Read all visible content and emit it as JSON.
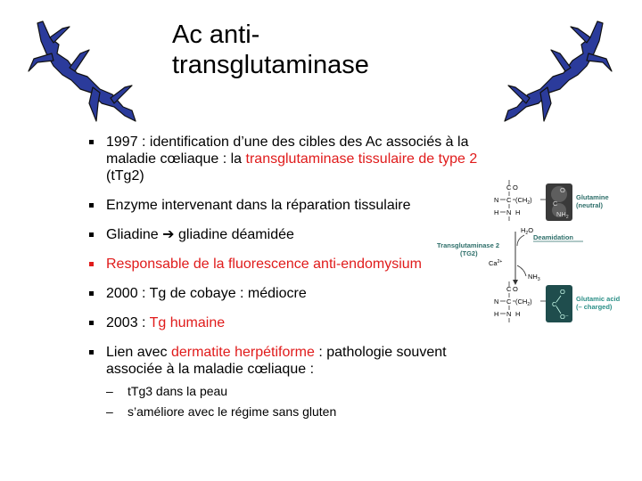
{
  "slide": {
    "title_line1": "Ac anti-",
    "title_line2": "transglutaminase",
    "bullets": [
      {
        "text": "1997 : identification d’une des cibles des Ac associés à la maladie cœliaque : la ",
        "highlight": "transglutaminase tissulaire de type 2",
        "after": " (tTg2)"
      },
      {
        "text": "Enzyme intervenant dans la réparation tissulaire"
      },
      {
        "before": "Gliadine ",
        "arrow": "➔",
        "after": " gliadine déamidée"
      },
      {
        "text": "Responsable de la fluorescence anti-endomysium"
      },
      {
        "text": "2000 : Tg de cobaye : médiocre"
      },
      {
        "before": "2003 : ",
        "highlight": "Tg humaine"
      },
      {
        "before": "Lien avec ",
        "highlight": "dermatite herpétiforme",
        "after": " : pathologie souvent associée à la maladie cœliaque :",
        "sub": [
          "tTg3 dans la peau",
          "s’améliore avec le régime sans gluten"
        ]
      }
    ]
  },
  "diagram": {
    "top_group": {
      "o": "O",
      "c": "C",
      "n": "N",
      "h_left": "H",
      "h_right": "H",
      "ch2": "(CH",
      "ch2_sub": "2",
      "ch2_close": ")",
      "n_right": "N"
    },
    "glutamine_side": {
      "c": "C",
      "o": "O",
      "nh2": "NH",
      "nh2_sub": "2"
    },
    "glutamine_label_1": "Glutamine",
    "glutamine_label_2": "(neutral)",
    "h2o": "H",
    "h2o_sub": "2",
    "h2o_o": "O",
    "deamidation": "Deamidation",
    "enzyme_1": "Transglutaminase 2",
    "enzyme_2": "(TG2)",
    "ca": "Ca",
    "ca_sup": "2+",
    "nh3": "NH",
    "nh3_sub": "3",
    "bottom_group": {
      "o": "O",
      "c": "C",
      "n": "N",
      "h_left": "H",
      "h_right": "H",
      "ch2": "(CH",
      "ch2_sub": "2",
      "ch2_close": ")",
      "n_right": "N"
    },
    "acid_side": {
      "c": "C",
      "o": "O",
      "o_minus": "O⁻"
    },
    "acid_label_1": "Glutamic acid",
    "acid_label_2": "(– charged)",
    "colors": {
      "box_dark": "#1f4d4d",
      "label_green": "#3b8f88",
      "acid_label": "#3fb7ad"
    }
  },
  "icons": [
    "lightning-bolt-left-icon",
    "lightning-bolt-right-icon"
  ]
}
